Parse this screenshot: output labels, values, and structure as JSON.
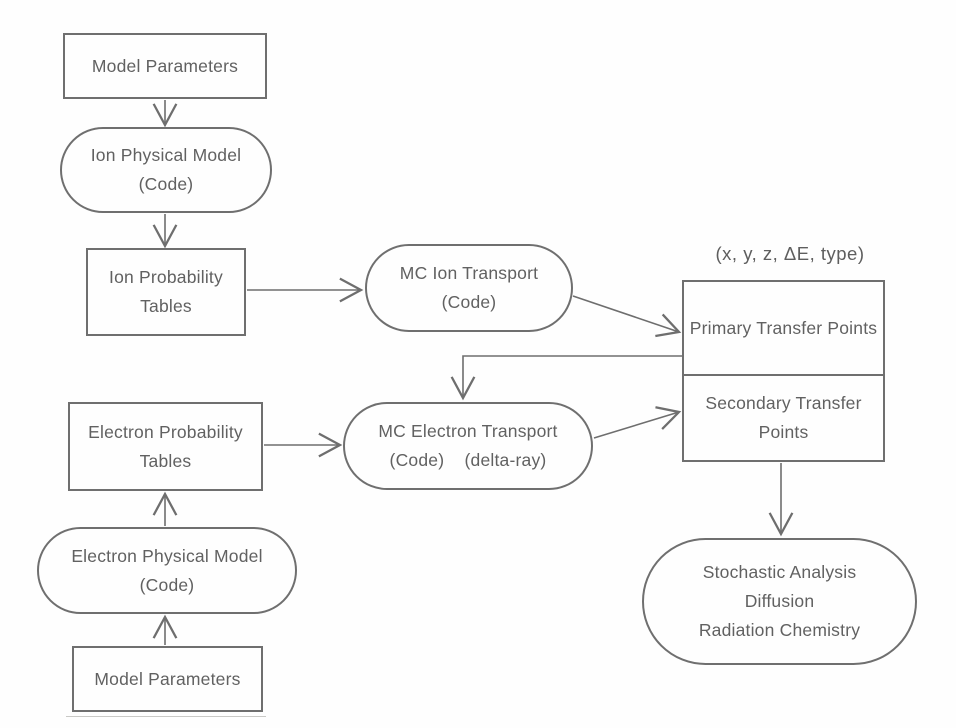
{
  "diagram": {
    "title": "Monte Carlo track-structure simulation flowchart",
    "colors": {
      "background": "#fefefe",
      "line": "#6f6f6f",
      "text": "#616161"
    },
    "nodes": {
      "model_parameters_top": {
        "shape": "rect",
        "label": "Model Parameters"
      },
      "ion_physical_model": {
        "shape": "stadium",
        "label": "Ion Physical Model\n(Code)"
      },
      "ion_probability_tables": {
        "shape": "rect",
        "label": "Ion Probability\nTables"
      },
      "mc_ion_transport": {
        "shape": "stadium",
        "label": "MC Ion Transport\n(Code)"
      },
      "transfer_points_caption": {
        "shape": "text",
        "label": "(x, y, z, ΔE, type)"
      },
      "primary_transfer_points": {
        "shape": "rect",
        "label": "Primary Transfer\nPoints"
      },
      "secondary_transfer_points": {
        "shape": "rect",
        "label": "Secondary Transfer\nPoints"
      },
      "electron_probability_tables": {
        "shape": "rect",
        "label": "Electron Probability\nTables"
      },
      "mc_electron_transport": {
        "shape": "stadium",
        "label": "MC Electron Transport\n(Code)    (delta-ray)"
      },
      "electron_physical_model": {
        "shape": "stadium",
        "label": "Electron Physical Model\n(Code)"
      },
      "model_parameters_bottom": {
        "shape": "rect",
        "label": "Model Parameters"
      },
      "stochastic_analysis": {
        "shape": "stadium",
        "label": "Stochastic Analysis\nDiffusion\nRadiation Chemistry"
      }
    },
    "edges": [
      {
        "from": "model_parameters_top",
        "to": "ion_physical_model"
      },
      {
        "from": "ion_physical_model",
        "to": "ion_probability_tables"
      },
      {
        "from": "ion_probability_tables",
        "to": "mc_ion_transport"
      },
      {
        "from": "mc_ion_transport",
        "to": "primary_transfer_points"
      },
      {
        "from": "primary_transfer_points",
        "to": "mc_electron_transport"
      },
      {
        "from": "electron_probability_tables",
        "to": "mc_electron_transport"
      },
      {
        "from": "mc_electron_transport",
        "to": "secondary_transfer_points"
      },
      {
        "from": "electron_physical_model",
        "to": "electron_probability_tables"
      },
      {
        "from": "model_parameters_bottom",
        "to": "electron_physical_model"
      },
      {
        "from": "secondary_transfer_points",
        "to": "stochastic_analysis"
      }
    ]
  }
}
